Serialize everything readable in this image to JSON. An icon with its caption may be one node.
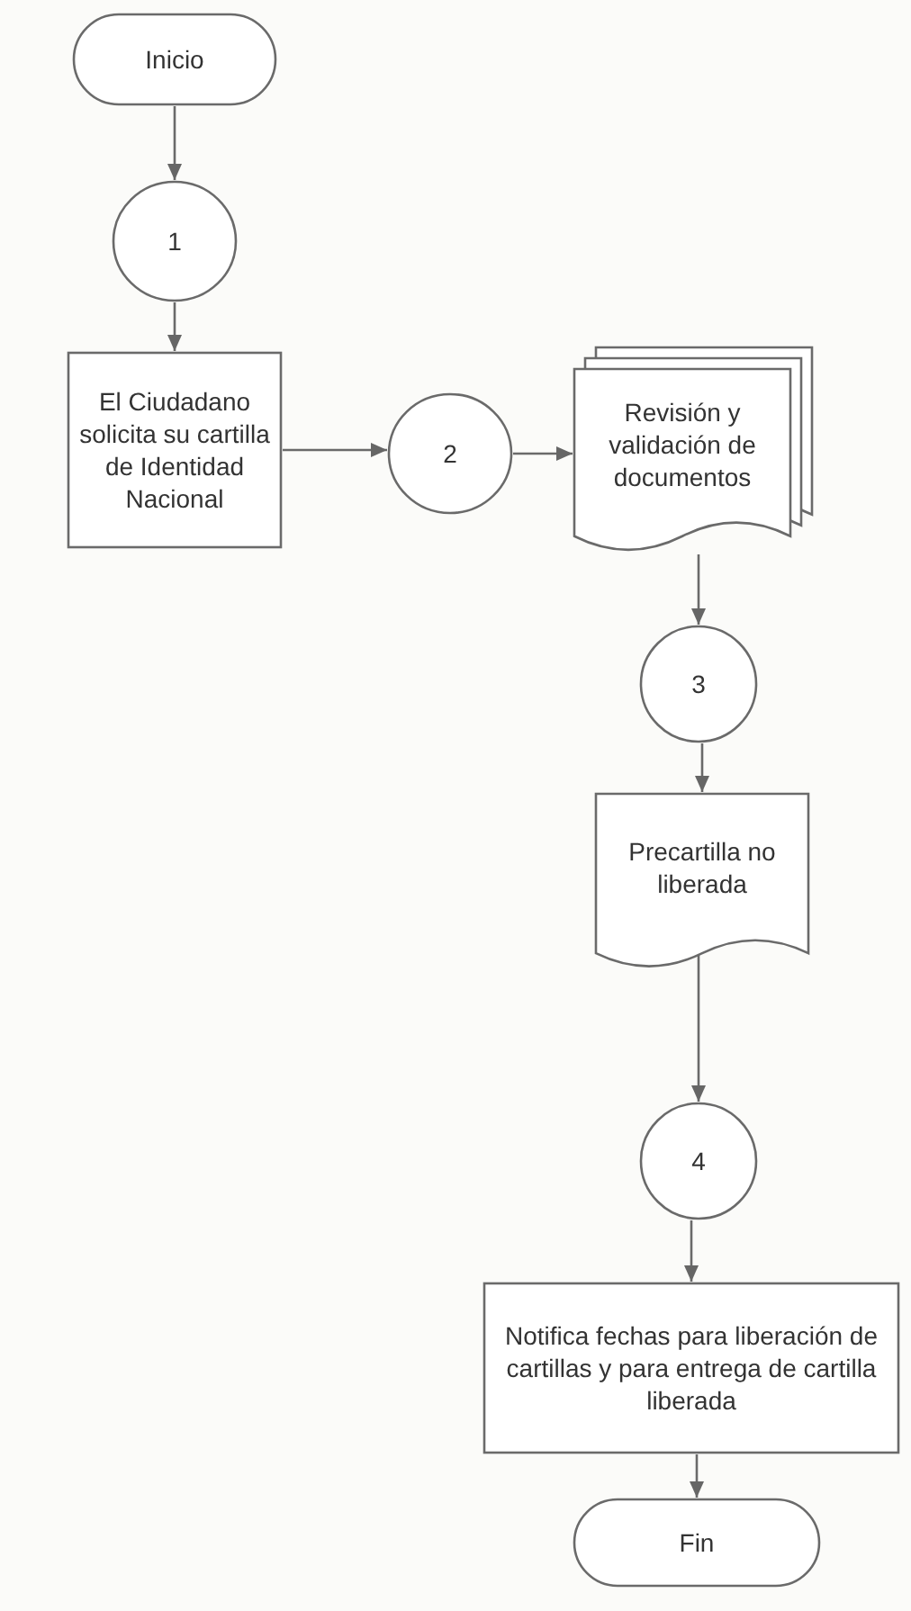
{
  "diagram": {
    "nodes": [
      {
        "text": [
          "Inicio"
        ]
      },
      {
        "text": [
          "1"
        ]
      },
      {
        "text": [
          "El Ciudadano solicita su cartilla de Identidad Nacional"
        ]
      },
      {
        "text": [
          "2"
        ]
      },
      {
        "text": [
          "Revisión y validación de documentos"
        ]
      },
      {
        "text": [
          "3"
        ]
      },
      {
        "text": [
          "Precartilla no liberada"
        ]
      },
      {
        "text": [
          "4"
        ]
      },
      {
        "text": [
          "Notifica fechas para liberación de cartillas y para entrega de cartilla liberada"
        ]
      },
      {
        "text": [
          "Fin"
        ]
      }
    ],
    "edges": [
      {
        "from": 0,
        "to": 1,
        "arrow": "to"
      },
      {
        "from": 1,
        "to": 2,
        "arrow": "to"
      },
      {
        "from": 2,
        "to": 3,
        "arrow": "to"
      },
      {
        "from": 3,
        "to": 4,
        "arrow": "to"
      },
      {
        "from": 4,
        "to": 5,
        "arrow": "to"
      },
      {
        "from": 5,
        "to": 6,
        "arrow": "to"
      },
      {
        "from": 6,
        "to": 7,
        "arrow": "to"
      },
      {
        "from": 7,
        "to": 8,
        "arrow": "to"
      },
      {
        "from": 8,
        "to": 9,
        "arrow": "to"
      }
    ]
  }
}
